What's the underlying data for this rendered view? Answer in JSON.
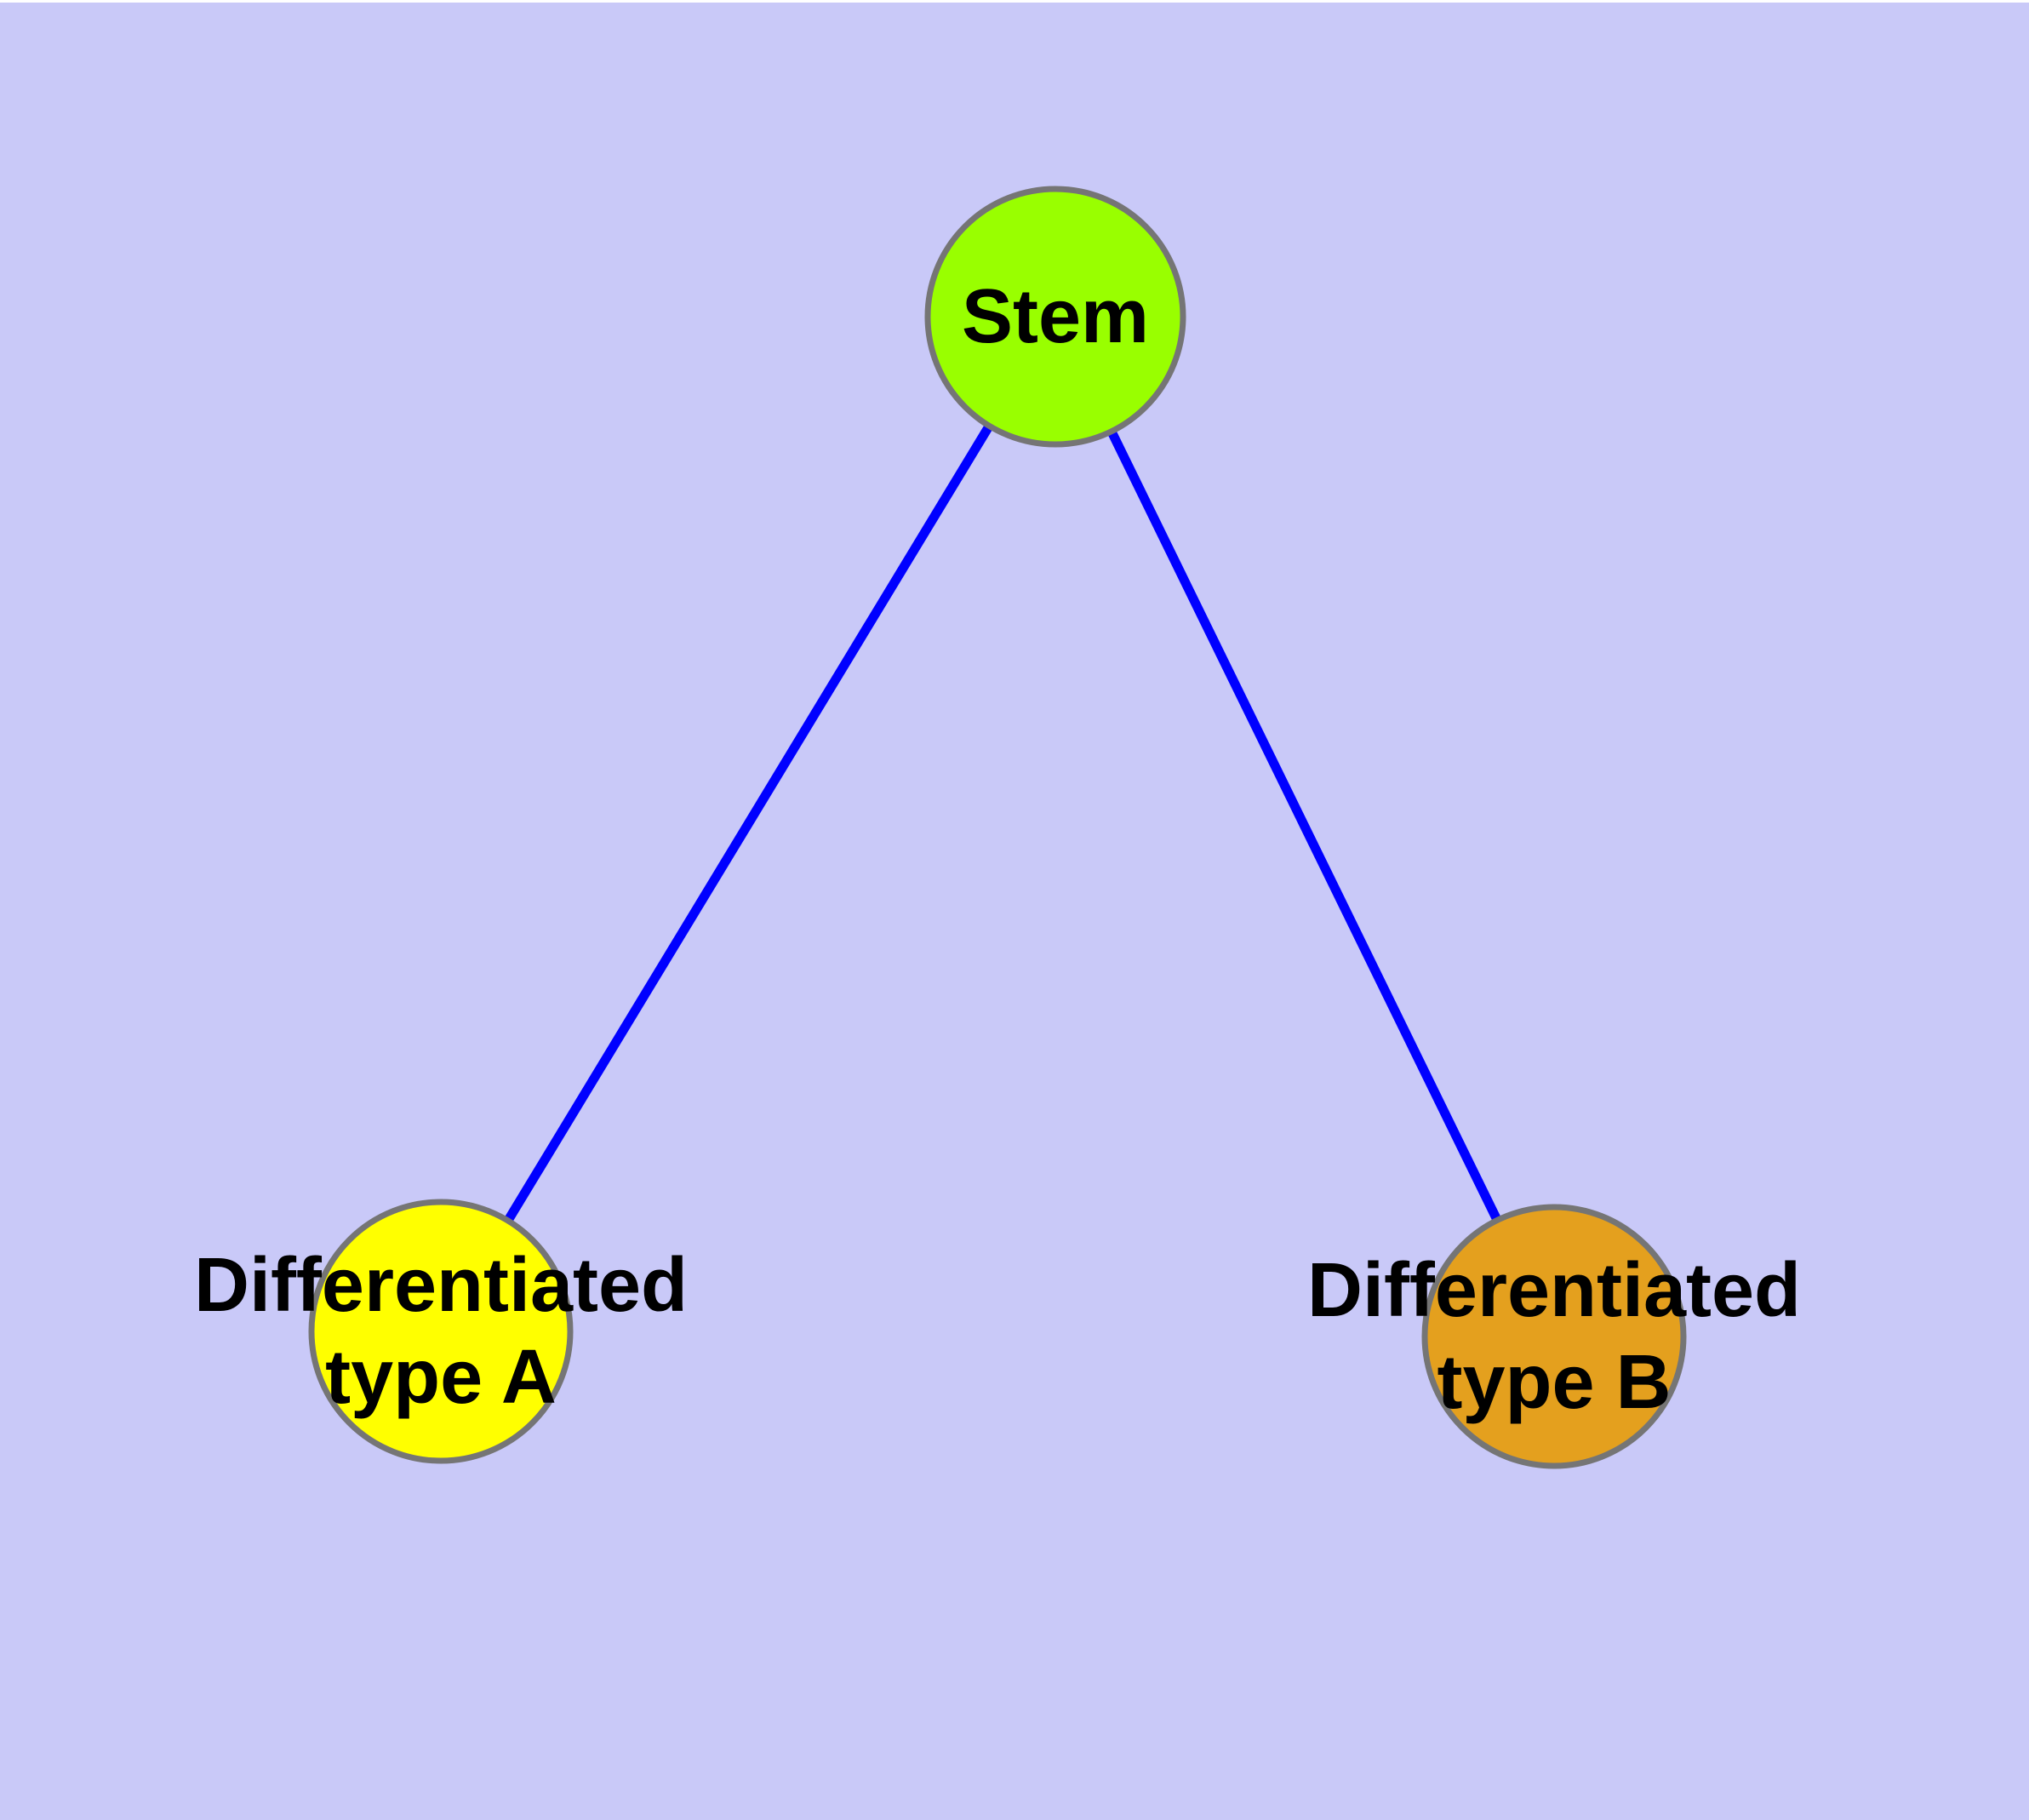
{
  "diagram": {
    "type": "graph",
    "background_color": "#C9C9F8",
    "top_edge_color": "#FFFFFF",
    "edge_color": "#0000FF",
    "node_border_color": "#757575",
    "label_color": "#000000",
    "nodes": [
      {
        "id": "stem",
        "label": "Stem",
        "fill": "#99FF00"
      },
      {
        "id": "differentiated-type-a",
        "label": "Differentiated type A",
        "label_line1": "Differentiated",
        "label_line2": "type A",
        "fill": "#FFFF00"
      },
      {
        "id": "differentiated-type-b",
        "label": "Differentiated type B",
        "label_line1": "Differentiated",
        "label_line2": "type B",
        "fill": "#E4A01E"
      }
    ],
    "edges": [
      {
        "from": "Stem",
        "to": "Differentiated type A"
      },
      {
        "from": "Stem",
        "to": "Differentiated type B"
      }
    ]
  }
}
